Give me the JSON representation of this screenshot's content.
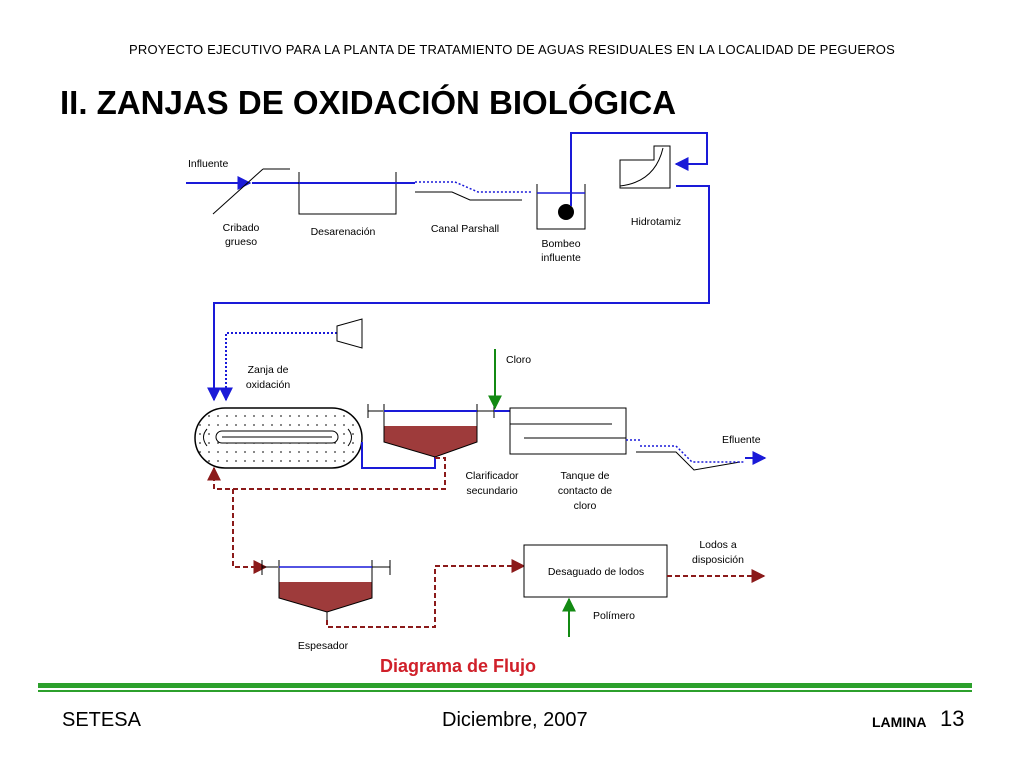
{
  "header": "PROYECTO EJECUTIVO PARA LA PLANTA DE TRATAMIENTO DE AGUAS RESIDUALES EN LA LOCALIDAD DE PEGUEROS",
  "title": "II. ZANJAS DE OXIDACIÓN BIOLÓGICA",
  "diagram": {
    "influente": "Influente",
    "cribado_1": "Cribado",
    "cribado_2": "grueso",
    "desarenacion": "Desarenación",
    "canal_parshall": "Canal Parshall",
    "bombeo_1": "Bombeo",
    "bombeo_2": "influente",
    "hidrotamiz": "Hidrotamiz",
    "zanja_1": "Zanja de",
    "zanja_2": "oxidación",
    "cloro": "Cloro",
    "efluente": "Efluente",
    "clarificador_1": "Clarificador",
    "clarificador_2": "secundario",
    "tanque_1": "Tanque de",
    "tanque_2": "contacto de",
    "tanque_3": "cloro",
    "lodos_1": "Lodos a",
    "lodos_2": "disposición",
    "desaguado": "Desaguado de lodos",
    "polimero": "Polímero",
    "espesador": "Espesador"
  },
  "caption": "Diagrama de Flujo",
  "footer": {
    "left": "SETESA",
    "date": "Diciembre, 2007",
    "lamina": "LAMINA",
    "number": "13"
  },
  "colors": {
    "water_line": "#1a1ad8",
    "sludge_line": "#8b1a1a",
    "chlorine_line": "#138a13",
    "sludge_fill": "#9e3b3b",
    "caption": "#d0202a",
    "rule": "#2ca02c"
  }
}
